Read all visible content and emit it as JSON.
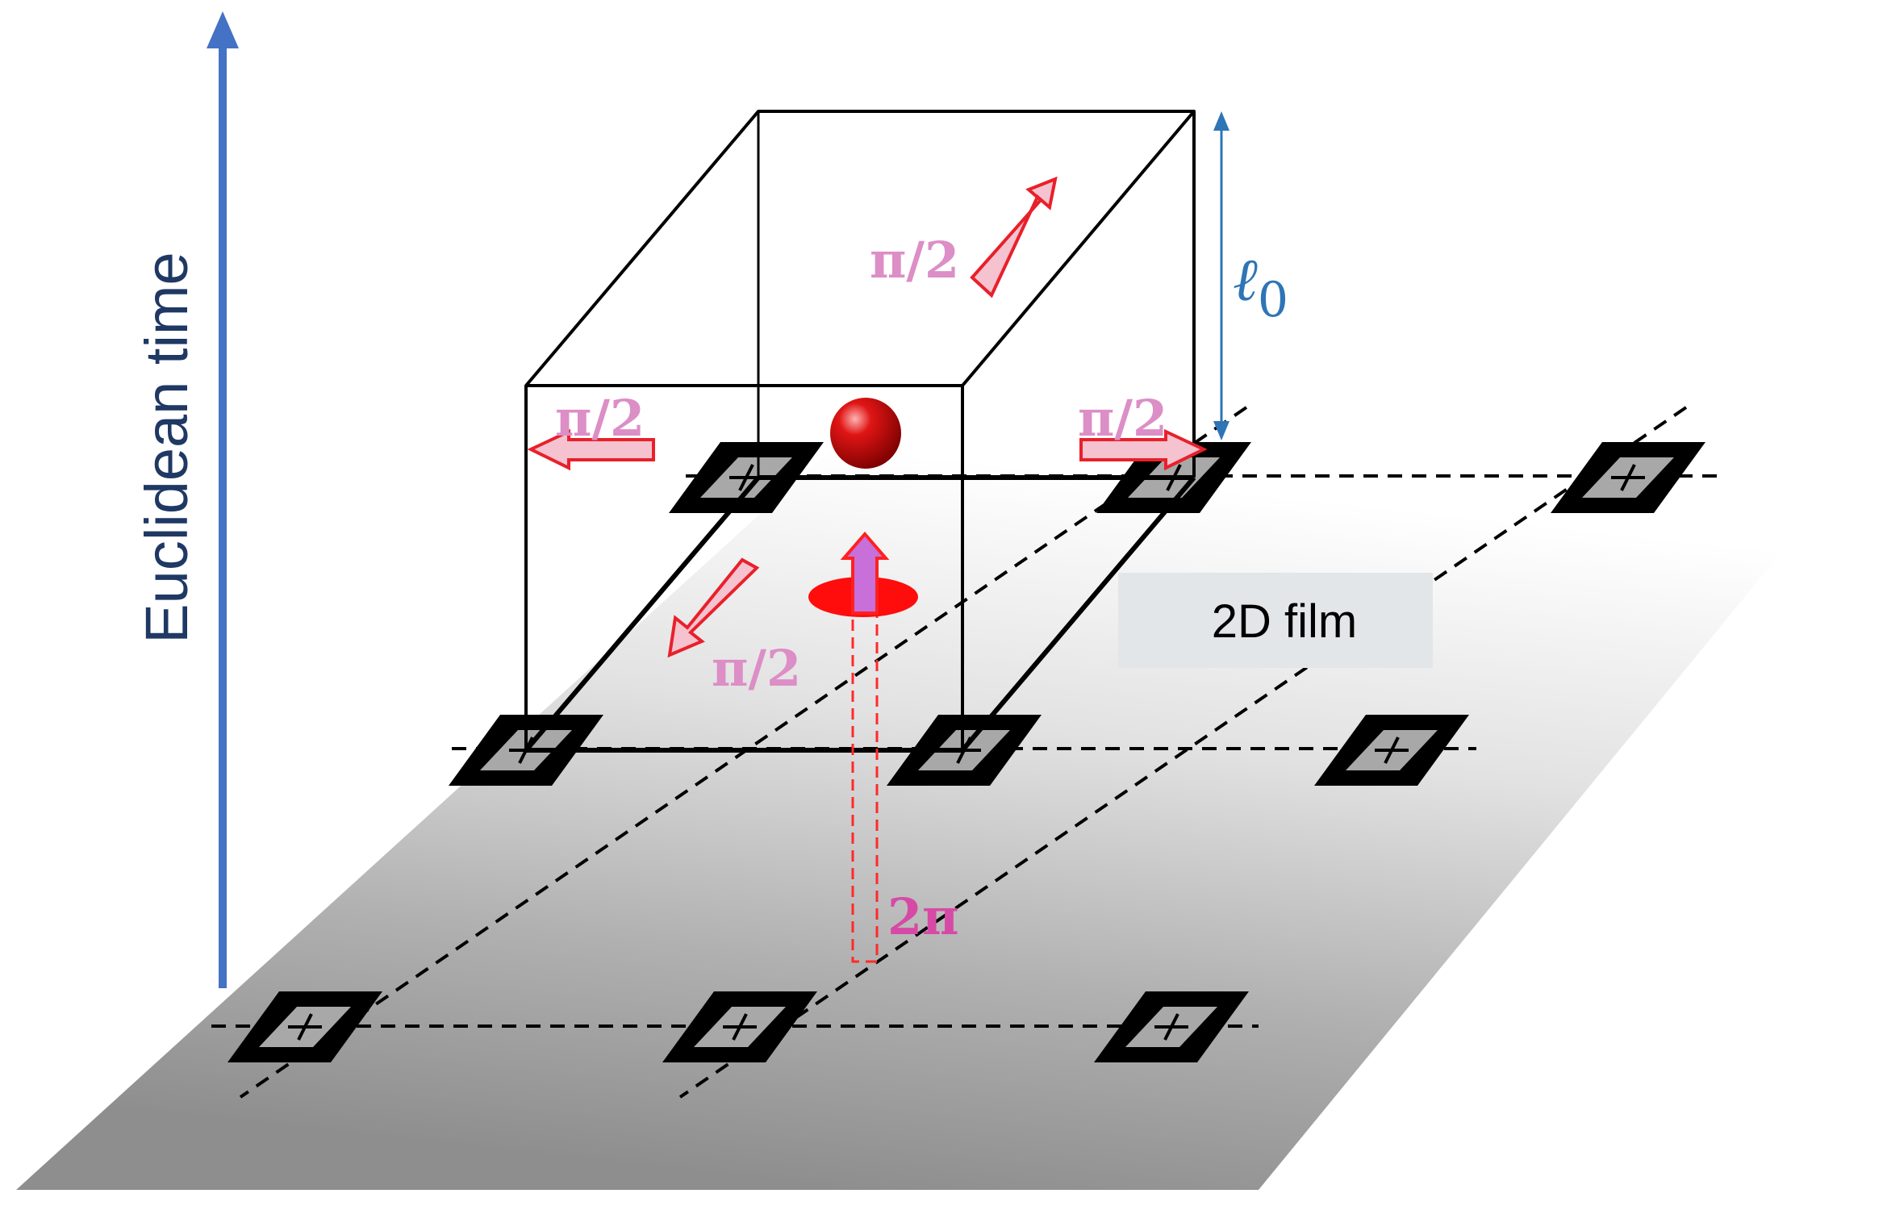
{
  "axis": {
    "label": "Euclidean time",
    "color": "#4472c4"
  },
  "film": {
    "label": "2D film"
  },
  "height_marker": {
    "symbol": "ℓ",
    "subscript": "0",
    "color": "#2e75b6"
  },
  "phase_labels": {
    "top": "π/2",
    "left": "π/2",
    "right": "π/2",
    "front": "π/2",
    "vertical": "2π"
  },
  "colors": {
    "arrow_stroke": "#e8202a",
    "arrow_fill": "#f5c2cf",
    "label_pink": "#dc8ec6",
    "label_magenta": "#d64aa6",
    "particle": "#d90000"
  }
}
